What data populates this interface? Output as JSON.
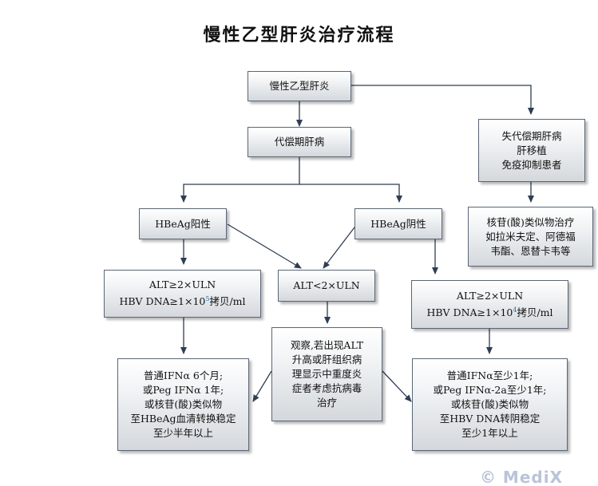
{
  "title": "慢性乙型肝炎治疗流程",
  "nodes": {
    "chb": "慢性乙型肝炎",
    "compensated": "代偿期肝病",
    "decomp": [
      "失代偿期肝病",
      "肝移植",
      "免疫抑制患者"
    ],
    "nuc_decomp": [
      "核苷(酸)类似物治疗",
      "如拉米夫定、阿德福",
      "韦酯、恩替卡韦等"
    ],
    "hbeag_pos": "HBeAg阳性",
    "hbeag_neg": "HBeAg阴性",
    "alt_high_pos": {
      "line1": "ALT≥2×ULN",
      "line2_pre": "HBV DNA≥1×10",
      "line2_exp": "5",
      "line2_post": "拷贝/ml"
    },
    "alt_low": "ALT<2×ULN",
    "alt_high_neg": {
      "line1": "ALT≥2×ULN",
      "line2_pre": "HBV DNA≥1×10",
      "line2_exp": "4",
      "line2_post": "拷贝/ml"
    },
    "treat_pos": [
      "普通IFNα 6个月;",
      "或Peg IFNα 1年;",
      "或核苷(酸)类似物",
      "至HBeAg血清转换稳定",
      "至少半年以上"
    ],
    "observe": [
      "观察,若出现ALT",
      "升高或肝组织病",
      "理显示中重度炎",
      "症者考虑抗病毒",
      "治疗"
    ],
    "treat_neg": [
      "普通IFNα至少1年;",
      "或Peg IFNα-2a至少1年;",
      "或核苷(酸)类似物",
      "至HBV DNA转阴稳定",
      "至少1年以上"
    ]
  },
  "watermark": "© MediX",
  "colors": {
    "line": "#2e3e52",
    "box_border": "#5a6675",
    "watermark": "#b9c4d8"
  }
}
